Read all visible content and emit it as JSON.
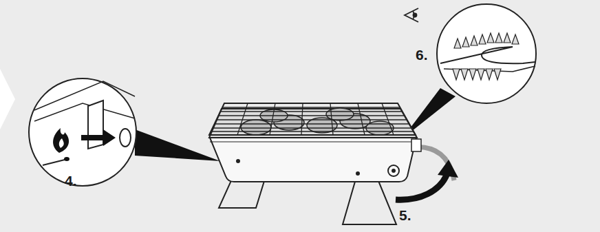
{
  "diagram": {
    "labels": [
      "4.",
      "5.",
      "6."
    ]
  }
}
